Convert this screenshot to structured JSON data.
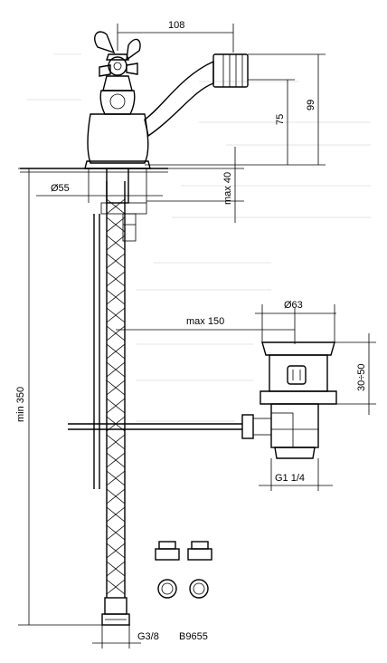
{
  "drawing": {
    "dimensions": {
      "spout_reach": "108",
      "spout_height_total": "99",
      "spout_outlet_height": "75",
      "base_diameter": "Ø55",
      "deck_thickness": "max 40",
      "hose_offset": "max 150",
      "waste_diameter": "Ø63",
      "waste_adjust": "30÷50",
      "min_height": "min 350",
      "waste_thread": "G1 1/4",
      "inlet_thread": "G3/8"
    },
    "model_code": "B9655"
  }
}
